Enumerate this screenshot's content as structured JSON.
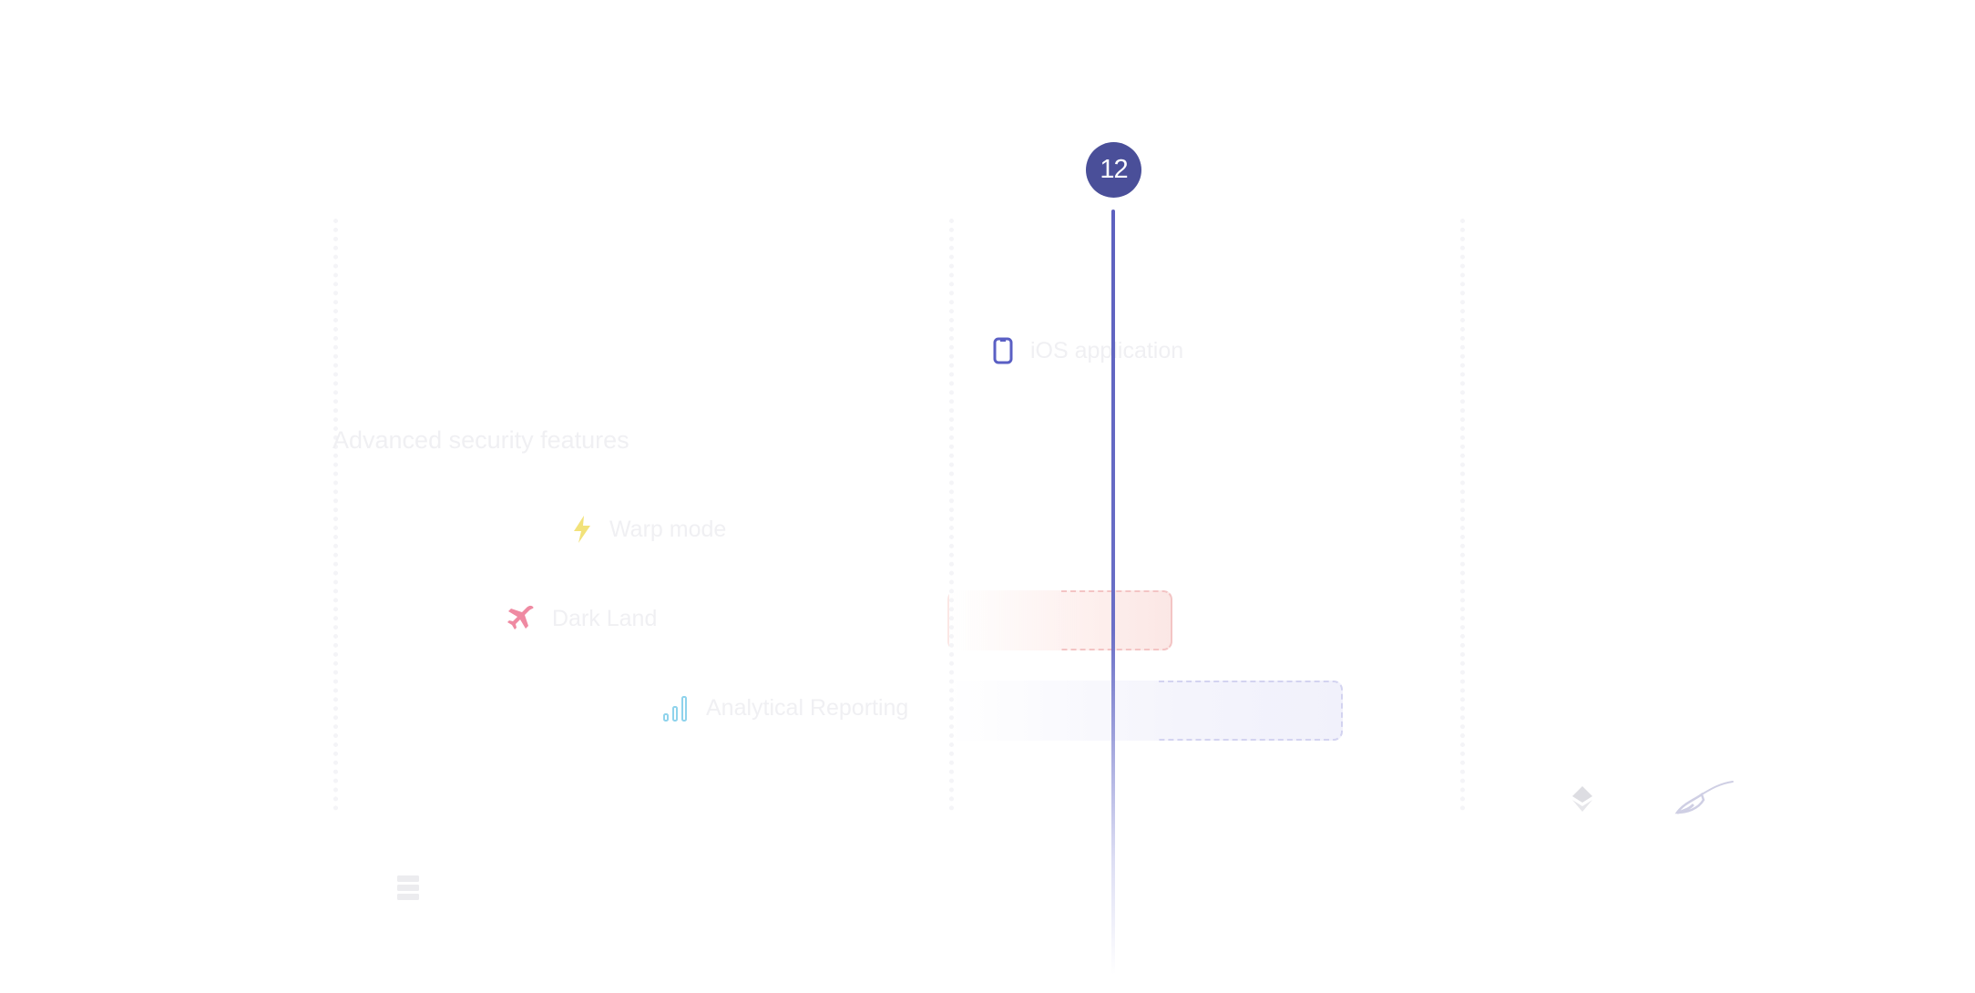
{
  "timeline": {
    "cursor": {
      "label": "12",
      "color": "#4a4f99"
    }
  },
  "section": {
    "heading": "Advanced security features"
  },
  "rows": [
    {
      "label": "iOS application",
      "icon": "phone-icon",
      "icon_color": "#5a5fc4"
    },
    {
      "label": "Warp mode",
      "icon": "lightning-icon",
      "icon_color": "#f2e27a"
    },
    {
      "label": "Dark Land",
      "icon": "airplane-icon",
      "icon_color": "#ef8aa2"
    },
    {
      "label": "Analytical Reporting",
      "icon": "bar-chart-icon",
      "icon_color": "#8fd3ec"
    }
  ],
  "bars": [
    {
      "name": "dark-land-bar",
      "color": "#fdeeec"
    },
    {
      "name": "analytical-reporting-bar",
      "color": "#f4f4fc"
    }
  ],
  "decorations": {
    "database_icon": "database-icon",
    "layers_icon": "layers-icon",
    "brush_icon": "brush-icon"
  }
}
